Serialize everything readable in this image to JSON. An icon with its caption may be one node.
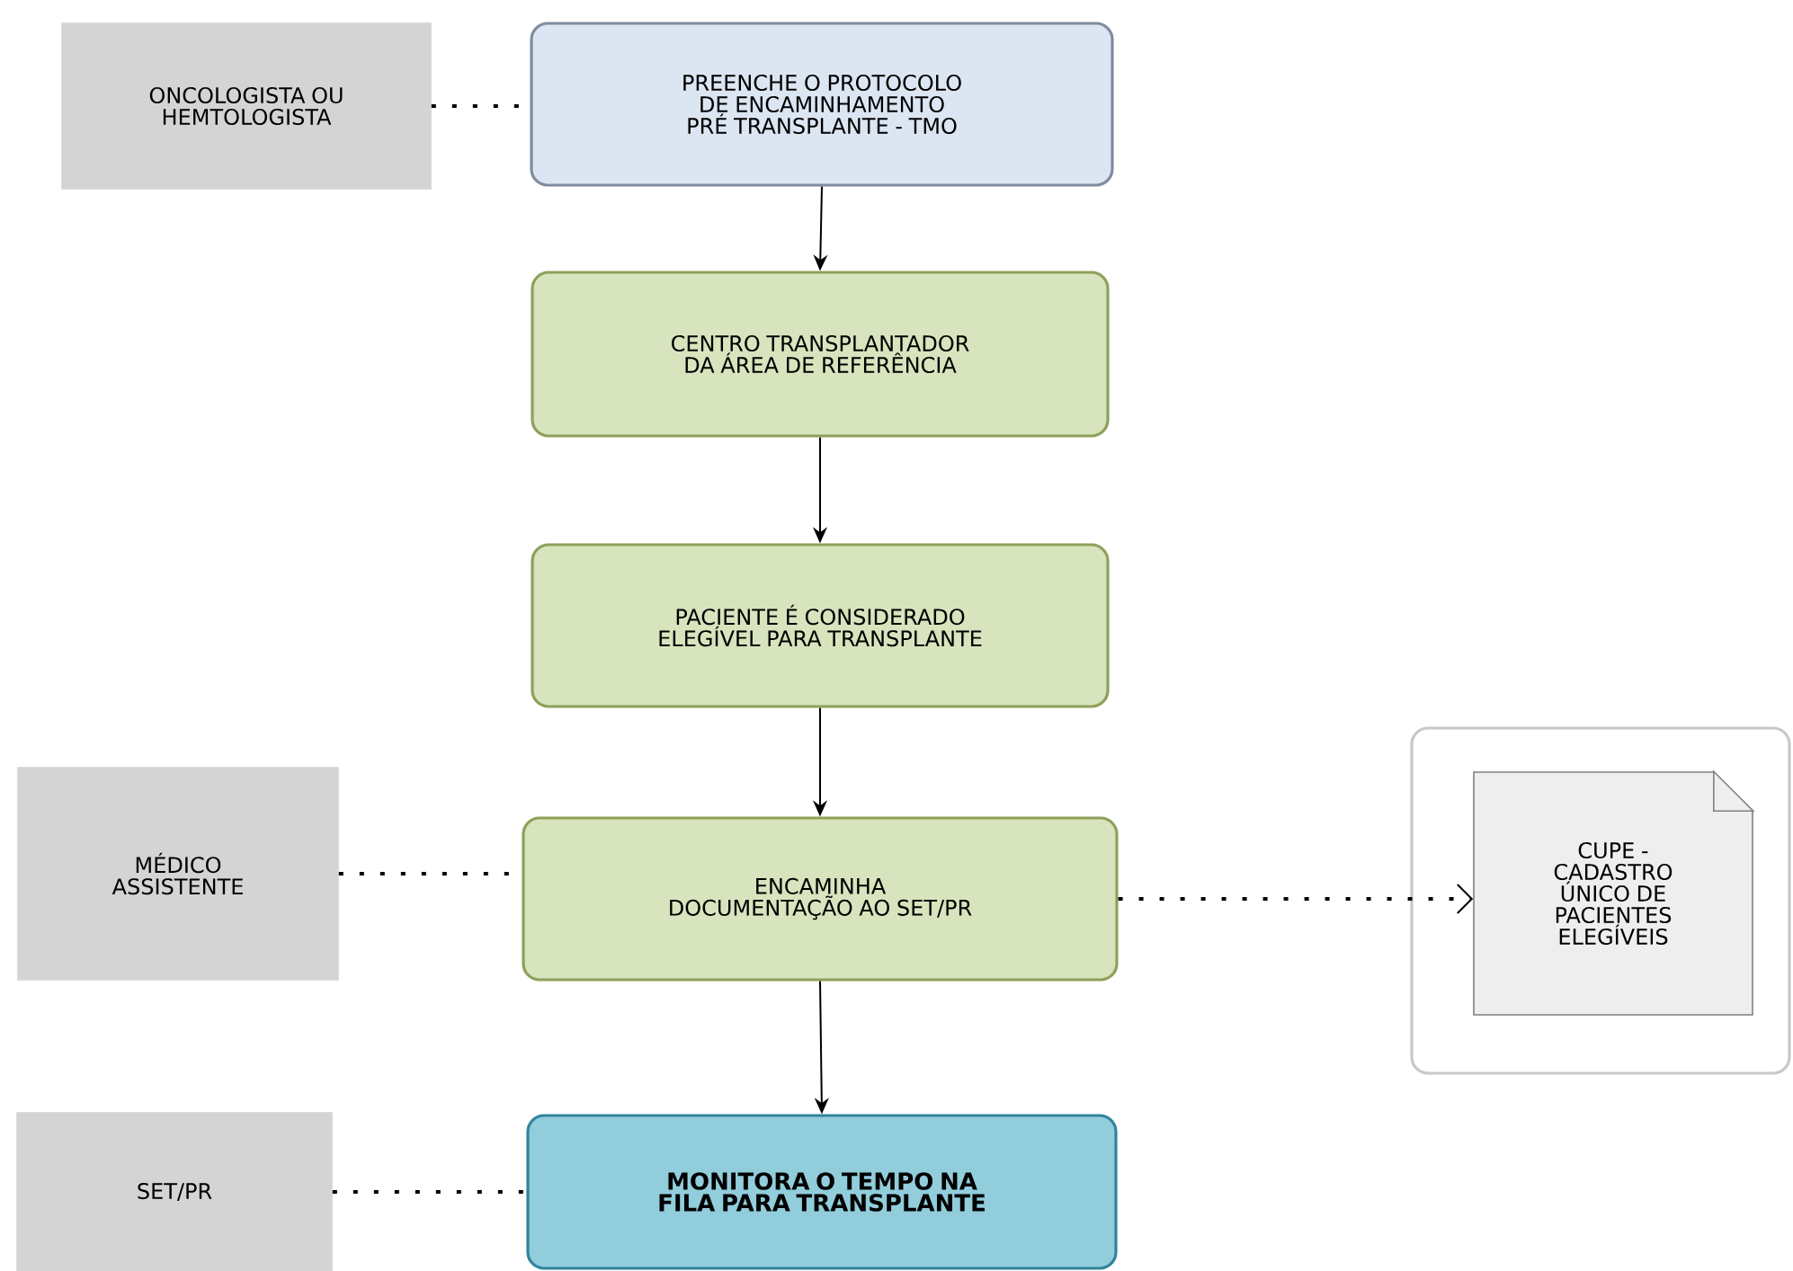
{
  "diagram": {
    "nodes": [
      {
        "text": [
          "ONCOLOGISTA OU HEMTOLOGISTA"
        ]
      },
      {
        "text": [
          "PREENCHE O PROTOCOLO DE ENCAMINHAMENTO PRÉ TRANSPLANTE - TMO"
        ]
      },
      {
        "text": [
          "CENTRO TRANSPLANTADOR DA ÁREA DE REFERÊNCIA"
        ]
      },
      {
        "text": [
          "PACIENTE É CONSIDERADO ELEGÍVEL PARA TRANSPLANTE"
        ]
      },
      {
        "text": [
          "MÉDICO ASSISTENTE"
        ]
      },
      {
        "text": [
          "ENCAMINHA DOCUMENTAÇÃO AO SET/PR"
        ]
      },
      {
        "text": [],
        "shape": "box"
      },
      {
        "text": [
          "CUPE - CADASTRO ÚNICO DE PACIENTES ELEGÍVEIS"
        ],
        "in": 6
      },
      {
        "text": [
          "SET/PR"
        ]
      },
      {
        "text": [
          "MONITORA O TEMPO NA FILA PARA TRANSPLANTE"
        ]
      }
    ],
    "edges": [
      {
        "from": 0,
        "to": 1,
        "arrow": "none",
        "style": "dashed"
      },
      {
        "from": 1,
        "to": 2,
        "arrow": "to"
      },
      {
        "from": 2,
        "to": 3,
        "arrow": "to"
      },
      {
        "from": 3,
        "to": 5,
        "arrow": "to"
      },
      {
        "from": 4,
        "to": 5,
        "arrow": "none",
        "style": "dashed"
      },
      {
        "from": 5,
        "to": 7,
        "arrow": "to",
        "style": "dashed"
      },
      {
        "from": 5,
        "to": 9,
        "arrow": "to"
      },
      {
        "from": 8,
        "to": 9,
        "arrow": "none",
        "style": "dashed"
      }
    ]
  }
}
